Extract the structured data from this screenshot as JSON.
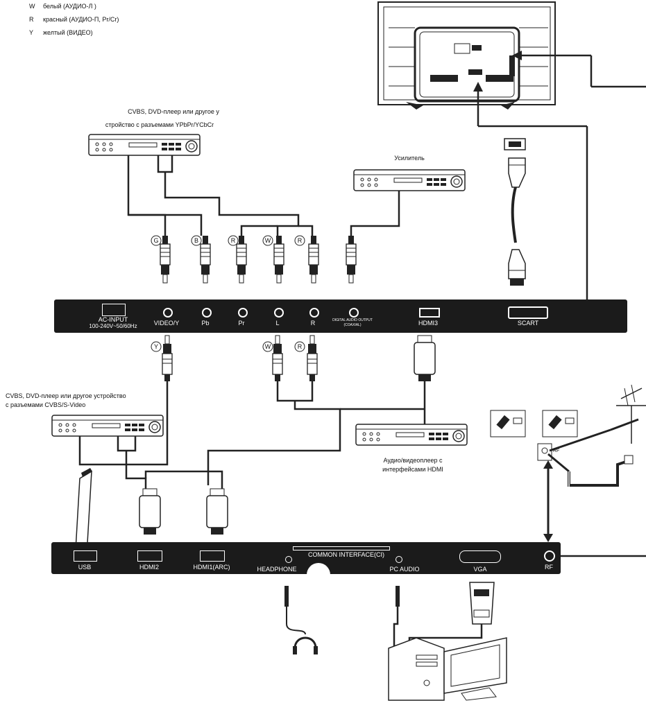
{
  "legend": [
    {
      "key": "W",
      "text": "белый (АУДИО-Л )"
    },
    {
      "key": "R",
      "text": "красный (АУДИО-П, Pr/Cr)"
    },
    {
      "key": "Y",
      "text": "желтый (ВИДЕО)"
    }
  ],
  "devices": {
    "component_source_line1": "CVBS, DVD-плеер или другое у",
    "component_source_line2": "стройство с разъемами YPbPr/YCbCr",
    "amplifier": "Усилитель",
    "cvbs_source_line1": "CVBS, DVD-плеер или другое устройство",
    "cvbs_source_line2": "с разъемами CVBS/S-Video",
    "hdmi_player_line1": "Аудио/видеоплеер с",
    "hdmi_player_line2": "интерфейсами HDMI"
  },
  "plug_letters": {
    "top": [
      "G",
      "B",
      "R",
      "W",
      "R"
    ],
    "bottom": [
      "Y",
      "W",
      "R"
    ]
  },
  "upper_panel": {
    "ac_input": "AC-INPUT",
    "ac_rating": "100-240V~50/60Hz",
    "video_y": "VIDEO/Y",
    "pb": "Pb",
    "pr": "Pr",
    "l": "L",
    "r": "R",
    "digital_audio": "DIGITAL AUDIO OUTPUT",
    "coaxial": "(COAXIAL)",
    "hdmi3": "HDMI3",
    "scart": "SCART"
  },
  "lower_panel": {
    "usb": "USB",
    "hdmi2": "HDMI2",
    "hdmi1": "HDMI1(ARC)",
    "common_interface": "COMMON INTERFACE(CI)",
    "headphone": "HEADPHONE",
    "pc_audio": "PC AUDIO",
    "vga": "VGA",
    "rf": "RF"
  },
  "antenna_rf": "RF"
}
